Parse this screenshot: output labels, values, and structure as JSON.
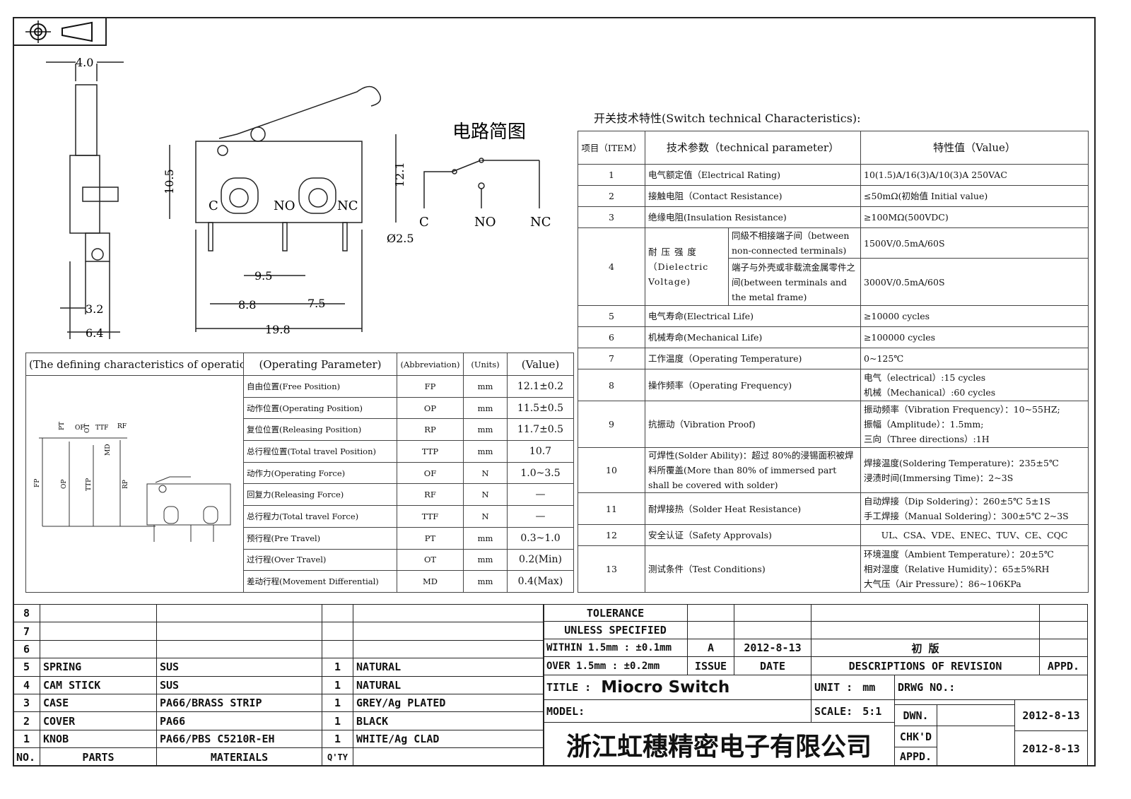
{
  "drawing": {
    "side_view": {
      "dims": [
        "4.0",
        "3.2",
        "6.4"
      ]
    },
    "front_view": {
      "dims": [
        "10.5",
        "12.1",
        "9.5",
        "8.8",
        "7.5",
        "19.8",
        "Ø2.5"
      ],
      "terminals": [
        "C",
        "NO",
        "NC"
      ]
    },
    "circuit": {
      "title": "电路简图",
      "terminals": [
        "C",
        "NO",
        "NC"
      ]
    }
  },
  "characteristics": {
    "title": "开关技术特性(Switch technical Characteristics):",
    "headers": [
      "项目（ITEM）",
      "技术参数（technical parameter）",
      "特性值（Value）"
    ],
    "rows": [
      {
        "item": "1",
        "param": "电气额定值（Electrical Rating)",
        "value": "10(1.5)A/16(3)A/10(3)A  250VAC"
      },
      {
        "item": "2",
        "param": "接触电阻（Contact  Resistance)",
        "value": "≤50mΩ(初始值 Initial value)"
      },
      {
        "item": "3",
        "param": "绝缘电阻(Insulation Resistance)",
        "value": "≥100MΩ(500VDC)"
      },
      {
        "item": "4",
        "param": "耐 压 强 度 （Dielectric Voltage)",
        "sub": [
          {
            "param": "同級不相接端子间（between non-connected terminals)",
            "value": "1500V/0.5mA/60S"
          },
          {
            "param": "端子与外壳或非载流金属零件之间(between terminals and the metal frame)",
            "value": "3000V/0.5mA/60S"
          }
        ]
      },
      {
        "item": "5",
        "param": "电气寿命(Electrical Life)",
        "value": "≥10000 cycles"
      },
      {
        "item": "6",
        "param": "机械寿命(Mechanical Life)",
        "value": "≥100000 cycles"
      },
      {
        "item": "7",
        "param": "工作温度（Operating Temperature)",
        "value": "0~125℃"
      },
      {
        "item": "8",
        "param": "操作频率（Operating Frequency)",
        "value": "电气（electrical）:15 cycles\n机械（Mechanical）:60 cycles"
      },
      {
        "item": "9",
        "param": "抗振动（Vibration Proof)",
        "value": "振动频率（Vibration Frequency）：10~55HZ;\n振幅（Amplitude）：1.5mm;\n三向（Three directions）:1H"
      },
      {
        "item": "10",
        "param": "可焊性(Solder Ability)：超过 80%的浸锡面积被焊料所覆盖(More than 80% of immersed part shall be covered with solder)",
        "value": "焊接温度(Soldering Temperature)：235±5℃\n浸渍时间(Immersing Time)：2~3S"
      },
      {
        "item": "11",
        "param": "耐焊接热（Solder Heat Resistance)",
        "value": "自动焊接（Dip Soldering）：260±5℃ 5±1S\n手工焊接（Manual Soldering）：300±5℃ 2~3S"
      },
      {
        "item": "12",
        "param": "安全认证（Safety Approvals)",
        "value": "UL、CSA、VDE、ENEC、TUV、CE、CQC"
      },
      {
        "item": "13",
        "param": "测试条件（Test Conditions)",
        "value": "环境温度（Ambient Temperature）：20±5℃\n相对湿度（Relative Humidity）：65±5%RH\n大气压（Air Pressure）：86~106KPa"
      }
    ]
  },
  "operation": {
    "headers": [
      "(The defining characteristics of operation)",
      "(Operating Parameter)",
      "(Abbreviation)",
      "(Units)",
      "(Value)"
    ],
    "diagram_labels": [
      "PT",
      "OF",
      "OT",
      "TTF",
      "RF",
      "MD",
      "FP",
      "OP",
      "TTP",
      "RP"
    ],
    "rows": [
      {
        "param": "自由位置(Free Position)",
        "abbr": "FP",
        "unit": "mm",
        "value": "12.1±0.2"
      },
      {
        "param": "动作位置(Operating Position)",
        "abbr": "OP",
        "unit": "mm",
        "value": "11.5±0.5"
      },
      {
        "param": "复位位置(Releasing Position)",
        "abbr": "RP",
        "unit": "mm",
        "value": "11.7±0.5"
      },
      {
        "param": "总行程位置(Total travel Position)",
        "abbr": "TTP",
        "unit": "mm",
        "value": "10.7"
      },
      {
        "param": "动作力(Operating Force)",
        "abbr": "OF",
        "unit": "N",
        "value": "1.0~3.5"
      },
      {
        "param": "回复力(Releasing Force)",
        "abbr": "RF",
        "unit": "N",
        "value": "—"
      },
      {
        "param": "总行程力(Total travel Force)",
        "abbr": "TTF",
        "unit": "N",
        "value": "—"
      },
      {
        "param": "预行程(Pre Travel)",
        "abbr": "PT",
        "unit": "mm",
        "value": "0.3~1.0"
      },
      {
        "param": "过行程(Over Travel)",
        "abbr": "OT",
        "unit": "mm",
        "value": "0.2(Min)"
      },
      {
        "param": "差动行程(Movement Differential)",
        "abbr": "MD",
        "unit": "mm",
        "value": "0.4(Max)"
      }
    ]
  },
  "bom": {
    "headers": [
      "NO.",
      "PARTS",
      "MATERIALS",
      "Q'TY",
      ""
    ],
    "rows": [
      {
        "no": "8",
        "part": "",
        "material": "",
        "qty": "",
        "finish": ""
      },
      {
        "no": "7",
        "part": "",
        "material": "",
        "qty": "",
        "finish": ""
      },
      {
        "no": "6",
        "part": "",
        "material": "",
        "qty": "",
        "finish": ""
      },
      {
        "no": "5",
        "part": "SPRING",
        "material": "SUS",
        "qty": "1",
        "finish": "NATURAL"
      },
      {
        "no": "4",
        "part": "CAM STICK",
        "material": "SUS",
        "qty": "1",
        "finish": "NATURAL"
      },
      {
        "no": "3",
        "part": "CASE",
        "material": "PA66/BRASS STRIP",
        "qty": "1",
        "finish": "GREY/Ag PLATED"
      },
      {
        "no": "2",
        "part": "COVER",
        "material": "PA66",
        "qty": "1",
        "finish": "BLACK"
      },
      {
        "no": "1",
        "part": "KNOB",
        "material": "PA66/PBS C5210R-EH",
        "qty": "1",
        "finish": "WHITE/Ag CLAD"
      }
    ]
  },
  "title_block": {
    "tolerance1": "TOLERANCE",
    "tolerance2": "UNLESS  SPECIFIED",
    "within": "WITHIN 1.5mm : ±0.1mm",
    "over": "OVER 1.5mm : ±0.2mm",
    "issue_value": "A",
    "date_value": "2012-8-13",
    "revision_value": "初 版",
    "issue_label": "ISSUE",
    "date_label": "DATE",
    "desc_label": "DESCRIPTIONS OF REVISION",
    "appd_label": "APPD.",
    "title_label": "TITLE :",
    "title_value": "Miocro Switch",
    "unit_label": "UNIT :",
    "unit_value": "mm",
    "drwg_label": "DRWG NO.:",
    "model_label": "MODEL:",
    "scale_label": "SCALE:",
    "scale_value": "5:1",
    "dwn_label": "DWN.",
    "dwn_date": "2012-8-13",
    "chkd_label": "CHK'D",
    "chkd_date": "2012-8-13",
    "appd2_label": "APPD.",
    "company": "浙江虹穗精密电子有限公司"
  }
}
